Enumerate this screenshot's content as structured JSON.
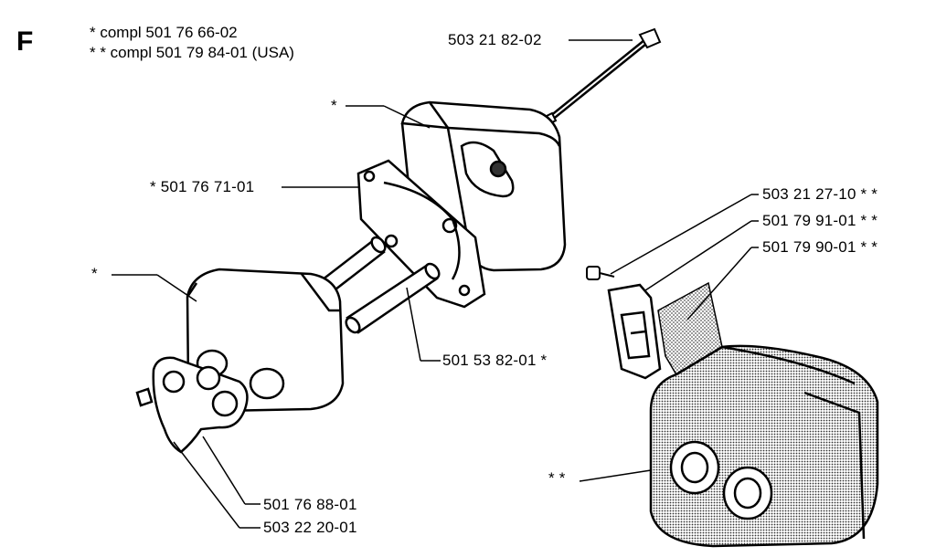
{
  "section_letter": "F",
  "legend": {
    "single": "*  compl 501 76 66-02",
    "double": "* *  compl 501 79 84-01 (USA)"
  },
  "labels": {
    "bolt": "503 21 82-02",
    "top_cover_mark": "*",
    "gasket": "*  501 76 71-01",
    "lower_housing_mark": "*",
    "spacer": "501 53 82-01  *",
    "screw": "503 21 27-10  * *",
    "plate": "501 79 91-01  * *",
    "screen": "501 79 90-01  * *",
    "guard_plate": "501 76 88-01",
    "nut": "503 22 20-01",
    "usa_muffler_mark": "* *"
  }
}
